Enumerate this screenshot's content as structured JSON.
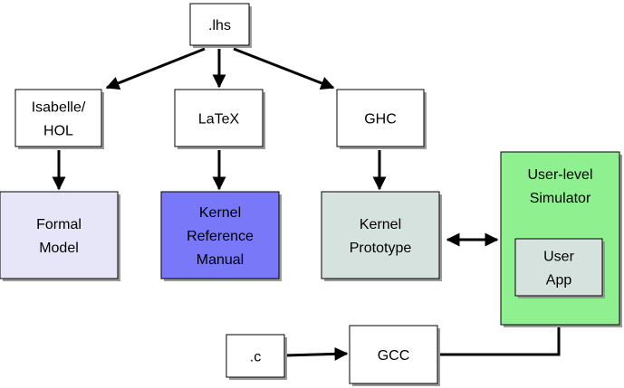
{
  "nodes": {
    "lhs": {
      "lines": [
        ".lhs"
      ],
      "fill": "#ffffff"
    },
    "isabelle": {
      "lines": [
        "Isabelle/",
        "HOL"
      ],
      "fill": "#ffffff"
    },
    "latex": {
      "lines": [
        "LaTeX"
      ],
      "fill": "#ffffff"
    },
    "ghc": {
      "lines": [
        "GHC"
      ],
      "fill": "#ffffff"
    },
    "formal": {
      "lines": [
        "Formal",
        "Model"
      ],
      "fill": "#e6e6f8"
    },
    "manual": {
      "lines": [
        "Kernel",
        "Reference",
        "Manual"
      ],
      "fill": "#7878f8"
    },
    "prototype": {
      "lines": [
        "Kernel",
        "Prototype"
      ],
      "fill": "#d6e2de"
    },
    "simulator": {
      "lines": [
        "User-level",
        "Simulator"
      ],
      "fill": "#8ff08f"
    },
    "userapp": {
      "lines": [
        "User",
        "App"
      ],
      "fill": "#d6e2de"
    },
    "c": {
      "lines": [
        ".c"
      ],
      "fill": "#ffffff"
    },
    "gcc": {
      "lines": [
        "GCC"
      ],
      "fill": "#ffffff"
    }
  },
  "colors": {
    "stroke": "#000000",
    "shadow": "#9a9a9a"
  }
}
